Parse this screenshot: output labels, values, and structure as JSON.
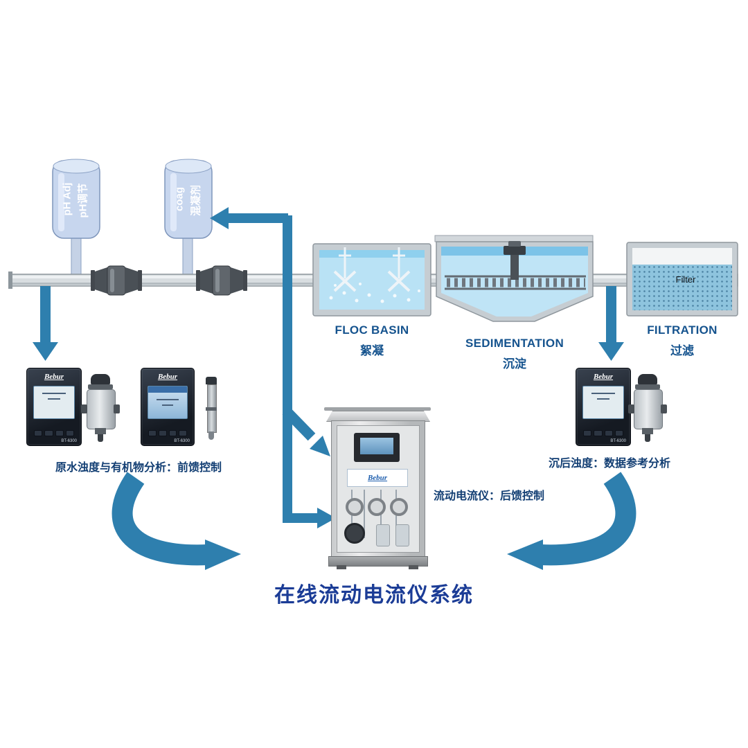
{
  "title": "在线流动电流仪系统",
  "dosing_tanks": {
    "ph_tank": {
      "label_en": "pH Adj",
      "label_zh": "pH调节"
    },
    "coag_tank": {
      "label_en": "coag",
      "label_zh": "混凝剂"
    }
  },
  "process_stages": {
    "floc_basin": {
      "label_en": "FLOC BASIN",
      "label_zh": "絮凝"
    },
    "sedimentation": {
      "label_en": "SEDIMENTATION",
      "label_zh": "沉淀"
    },
    "filtration": {
      "label_en": "FILTRATION",
      "label_zh": "过滤",
      "tank_label": "Filter"
    }
  },
  "captions": {
    "raw_water": "原水浊度与有机物分析：前馈控制",
    "settled_water": "沉后浊度：数据参考分析",
    "streaming_current": "流动电流仪：后馈控制"
  },
  "devices": {
    "brand": "Bebur",
    "model": "BT-6300"
  },
  "colors": {
    "arrow_blue": "#2e7fae",
    "title_blue": "#1b3c96",
    "stage_label_blue": "#15538e",
    "caption_blue": "#123e73",
    "water_blue": "#b9e2f5",
    "tank_fill": "#c7d6ee"
  }
}
